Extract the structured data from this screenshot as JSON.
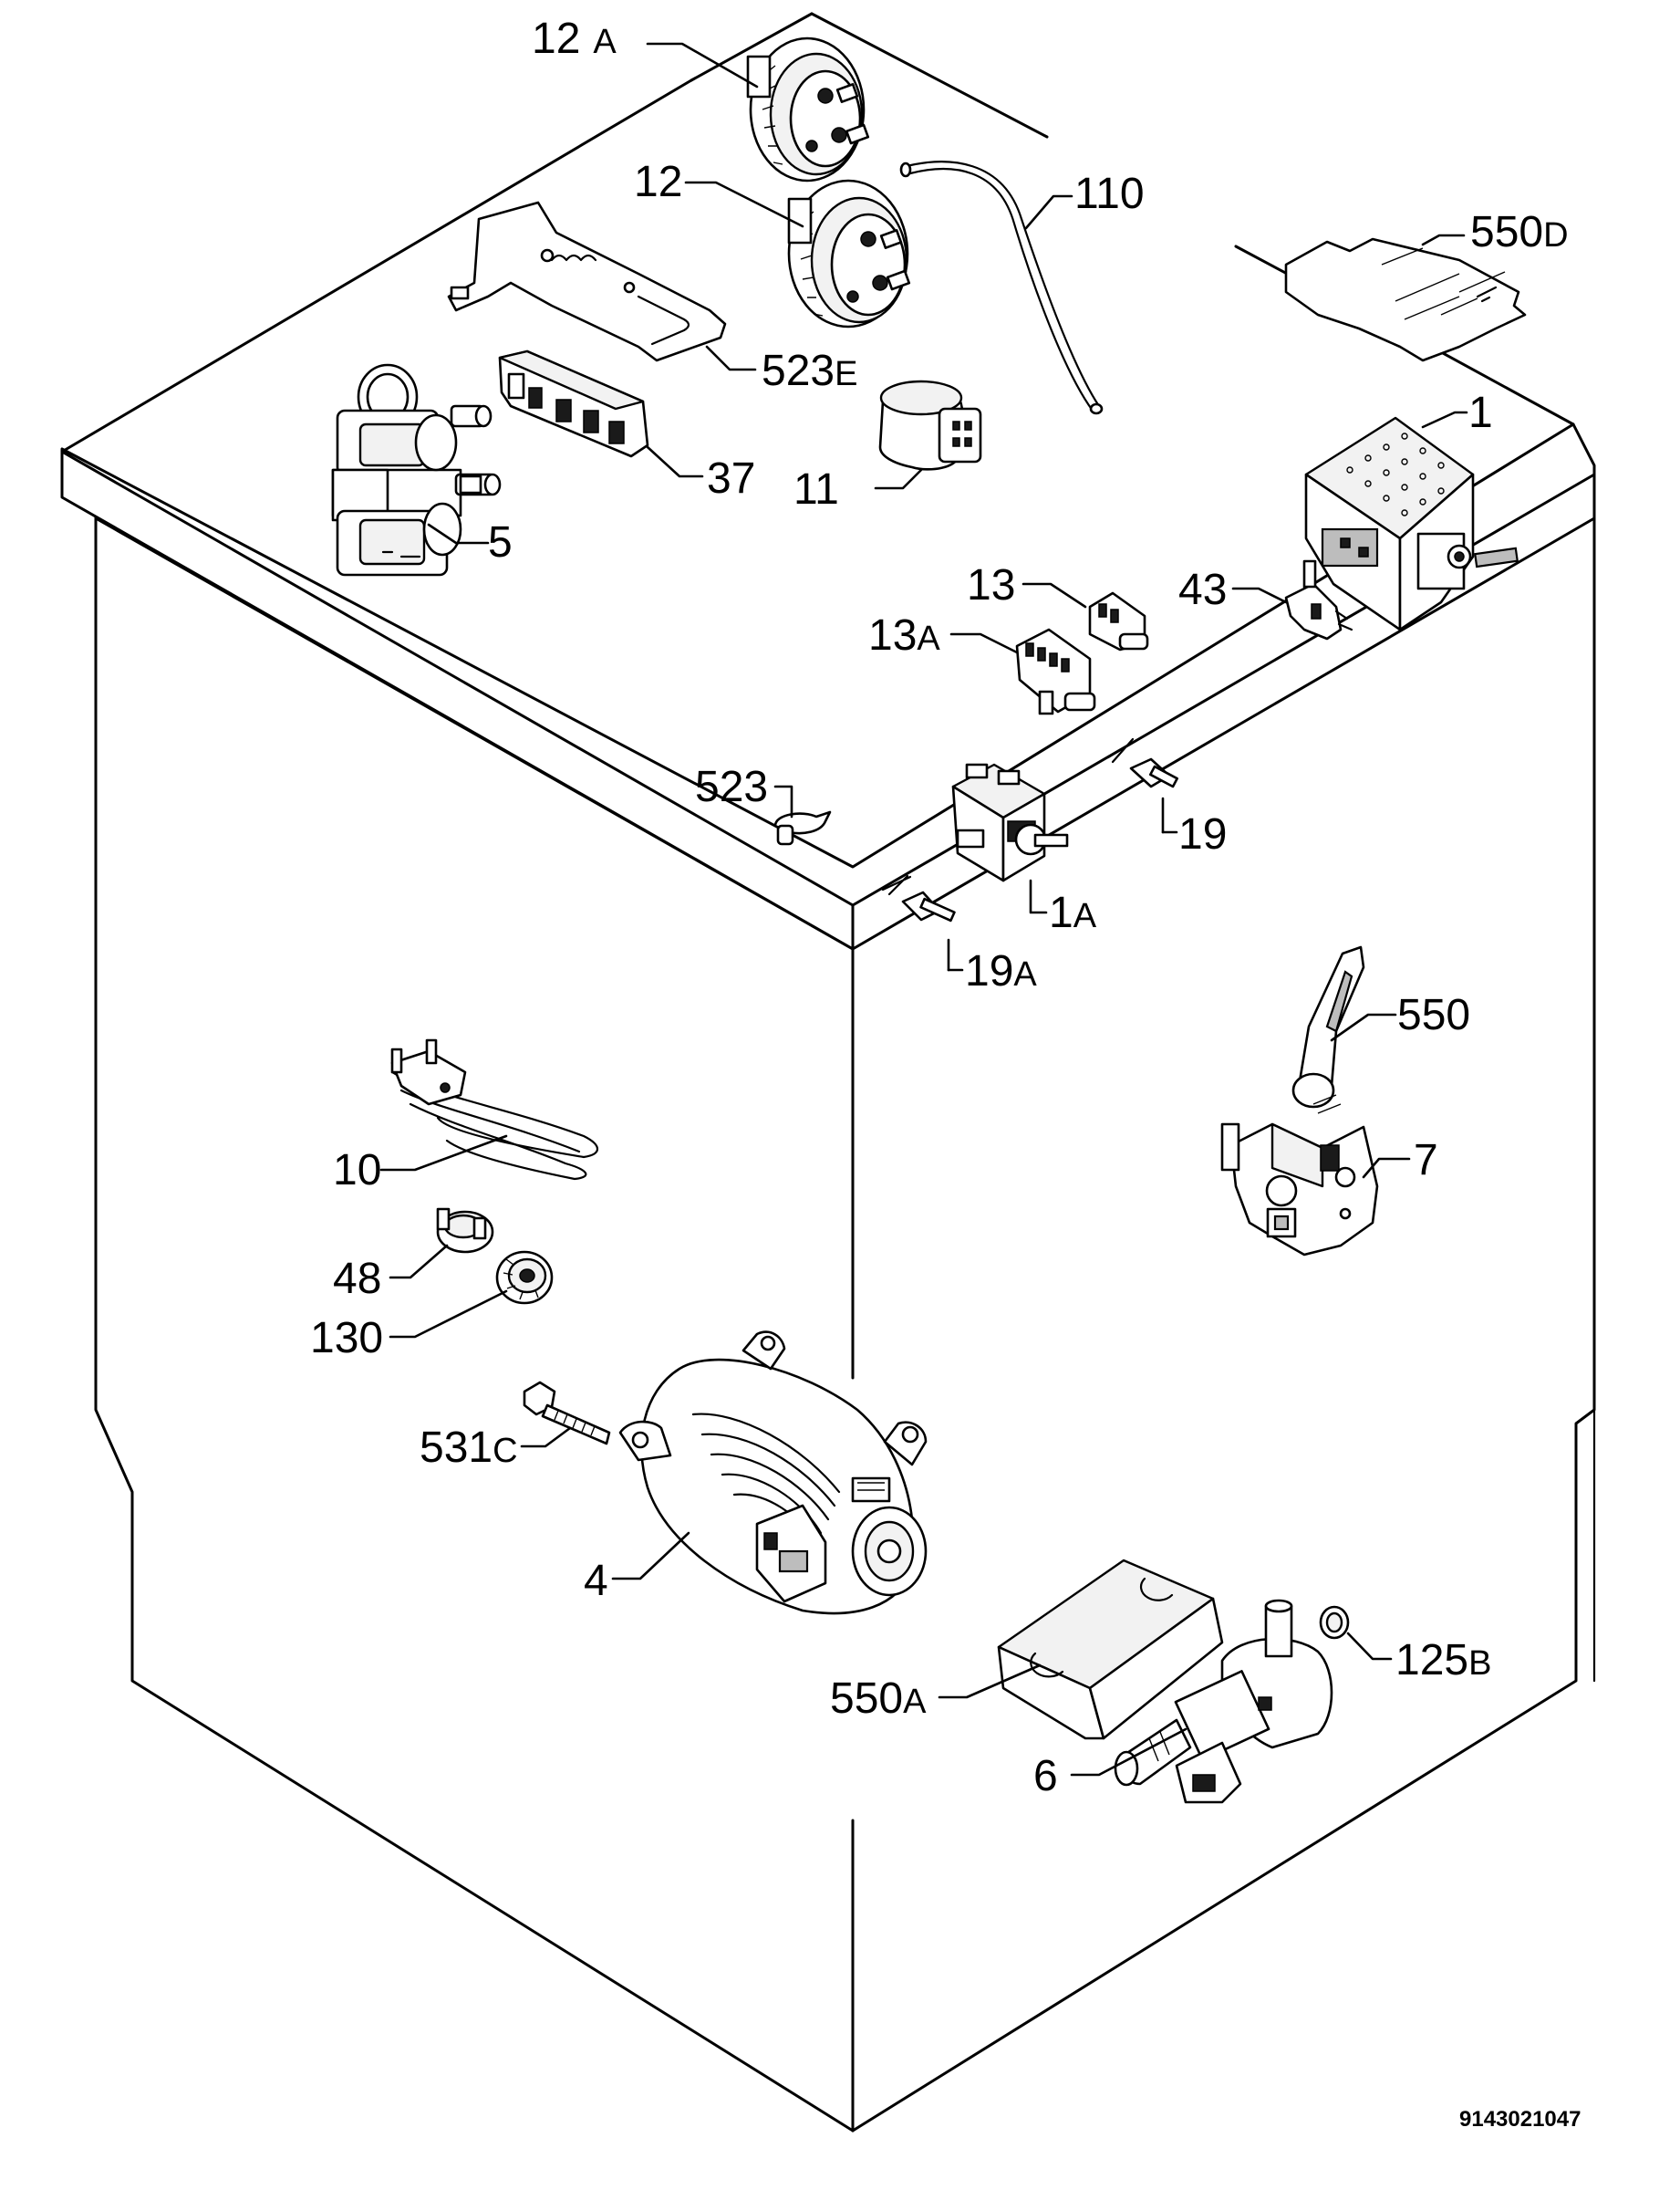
{
  "document_number": "9143021047",
  "callouts": [
    {
      "id": "c-12a",
      "num": "12",
      "suffix": "A"
    },
    {
      "id": "c-12",
      "num": "12",
      "suffix": ""
    },
    {
      "id": "c-110",
      "num": "110",
      "suffix": ""
    },
    {
      "id": "c-550d",
      "num": "550",
      "suffix": "D"
    },
    {
      "id": "c-523e",
      "num": "523",
      "suffix": "E"
    },
    {
      "id": "c-37",
      "num": "37",
      "suffix": ""
    },
    {
      "id": "c-11",
      "num": "11",
      "suffix": ""
    },
    {
      "id": "c-1",
      "num": "1",
      "suffix": ""
    },
    {
      "id": "c-5",
      "num": "5",
      "suffix": ""
    },
    {
      "id": "c-13",
      "num": "13",
      "suffix": ""
    },
    {
      "id": "c-43",
      "num": "43",
      "suffix": ""
    },
    {
      "id": "c-13a",
      "num": "13",
      "suffix": "A"
    },
    {
      "id": "c-523",
      "num": "523",
      "suffix": ""
    },
    {
      "id": "c-19",
      "num": "19",
      "suffix": ""
    },
    {
      "id": "c-1a",
      "num": "1",
      "suffix": "A"
    },
    {
      "id": "c-19a",
      "num": "19",
      "suffix": "A"
    },
    {
      "id": "c-550",
      "num": "550",
      "suffix": ""
    },
    {
      "id": "c-10",
      "num": "10",
      "suffix": ""
    },
    {
      "id": "c-7",
      "num": "7",
      "suffix": ""
    },
    {
      "id": "c-48",
      "num": "48",
      "suffix": ""
    },
    {
      "id": "c-130",
      "num": "130",
      "suffix": ""
    },
    {
      "id": "c-531c",
      "num": "531",
      "suffix": "C"
    },
    {
      "id": "c-4",
      "num": "4",
      "suffix": ""
    },
    {
      "id": "c-125b",
      "num": "125",
      "suffix": "B"
    },
    {
      "id": "c-550a",
      "num": "550",
      "suffix": "A"
    },
    {
      "id": "c-6",
      "num": "6",
      "suffix": ""
    }
  ]
}
